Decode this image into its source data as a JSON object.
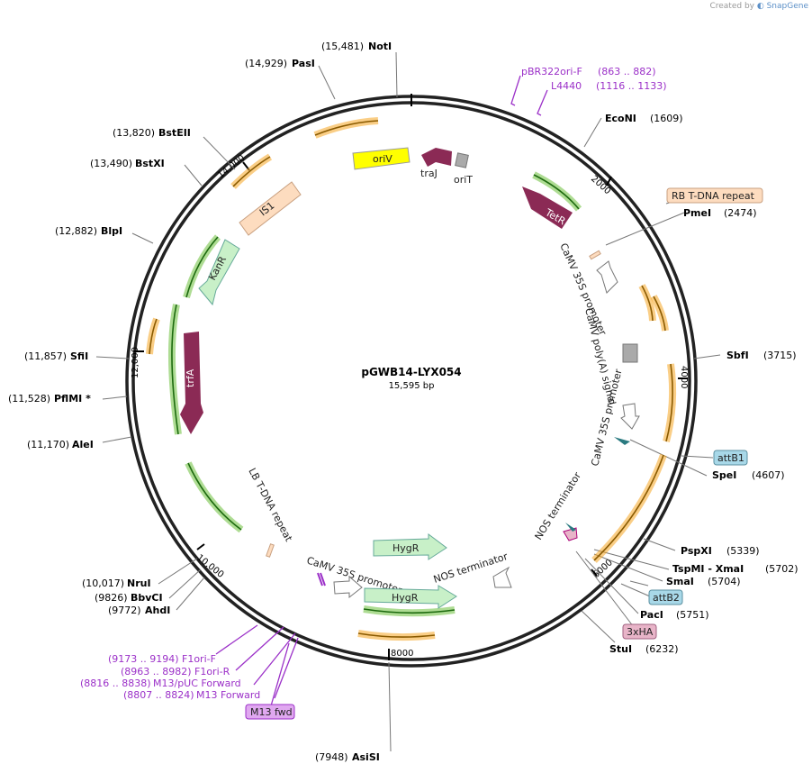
{
  "credit": {
    "prefix": "Created by",
    "brand": "SnapGene"
  },
  "plasmid": {
    "name": "pGWB14-LYX054",
    "length": "15,595 bp"
  },
  "tick_labels": [
    "2000",
    "4000",
    "6000",
    "8000",
    "10,000",
    "12,000",
    "14,000"
  ],
  "sites": [
    {
      "pos": "(15,481)",
      "name": "NotI"
    },
    {
      "pos": "(14,929)",
      "name": "PasI"
    },
    {
      "pos": "(13,820)",
      "name": "BstEII"
    },
    {
      "pos": "(13,490)",
      "name": "BstXI"
    },
    {
      "pos": "(12,882)",
      "name": "BlpI"
    },
    {
      "pos": "(11,857)",
      "name": "SfiI"
    },
    {
      "pos": "(11,528)",
      "name": "PflMI *"
    },
    {
      "pos": "(11,170)",
      "name": "AleI"
    },
    {
      "pos": "(10,017)",
      "name": "NruI"
    },
    {
      "pos": "(9826)",
      "name": "BbvCI"
    },
    {
      "pos": "(9772)",
      "name": "AhdI"
    },
    {
      "pos": "(7948)",
      "name": "AsiSI"
    },
    {
      "pos": "(1609)",
      "name": "EcoNI"
    },
    {
      "pos": "(2474)",
      "name": "PmeI"
    },
    {
      "pos": "(3715)",
      "name": "SbfI"
    },
    {
      "pos": "(4607)",
      "name": "SpeI"
    },
    {
      "pos": "(5339)",
      "name": "PspXI"
    },
    {
      "pos": "(5702)",
      "name": "TspMI - XmaI"
    },
    {
      "pos": "(5704)",
      "name": "SmaI"
    },
    {
      "pos": "(5751)",
      "name": "PacI"
    },
    {
      "pos": "(6232)",
      "name": "StuI"
    }
  ],
  "primers": [
    {
      "name": "pBR322ori-F",
      "pos": "(863 .. 882)"
    },
    {
      "name": "L4440",
      "pos": "(1116 .. 1133)"
    },
    {
      "name": "F1ori-F",
      "pos": "(9173 .. 9194)"
    },
    {
      "name": "F1ori-R",
      "pos": "(8963 .. 8982)"
    },
    {
      "name": "M13/pUC Forward",
      "pos": "(8816 .. 8838)"
    },
    {
      "name": "M13 Forward",
      "pos": "(8807 .. 8824)"
    }
  ],
  "boxes": {
    "rb": "RB T-DNA repeat",
    "attb1": "attB1",
    "attb2": "attB2",
    "ha": "3xHA",
    "m13": "M13 fwd"
  },
  "features": {
    "oriv": "oriV",
    "traj": "traJ",
    "orit": "oriT",
    "tetr": "TetR",
    "is1": "IS1",
    "kanr": "KanR",
    "trfa": "trfA",
    "camv1": "CaMV 35S promoter",
    "camvpa": "CaMV poly(A) signal",
    "camv2": "CaMV 35S promoter",
    "nos1": "NOS terminator",
    "lb": "LB T-DNA repeat",
    "camv3": "CaMV 35S promoter",
    "nos2": "NOS terminator",
    "hygr1": "HygR",
    "hygr2": "HygR"
  },
  "colors": {
    "backbone": "#222222",
    "orf": "#f5a623",
    "marker": "#6cbf3a",
    "ori": "#ffff00",
    "trfa": "#8b2a55",
    "primer": "#9b30c8",
    "attb": "#a8d8e8",
    "ha": "#e8b4c8",
    "rb": "#fddcbf"
  }
}
